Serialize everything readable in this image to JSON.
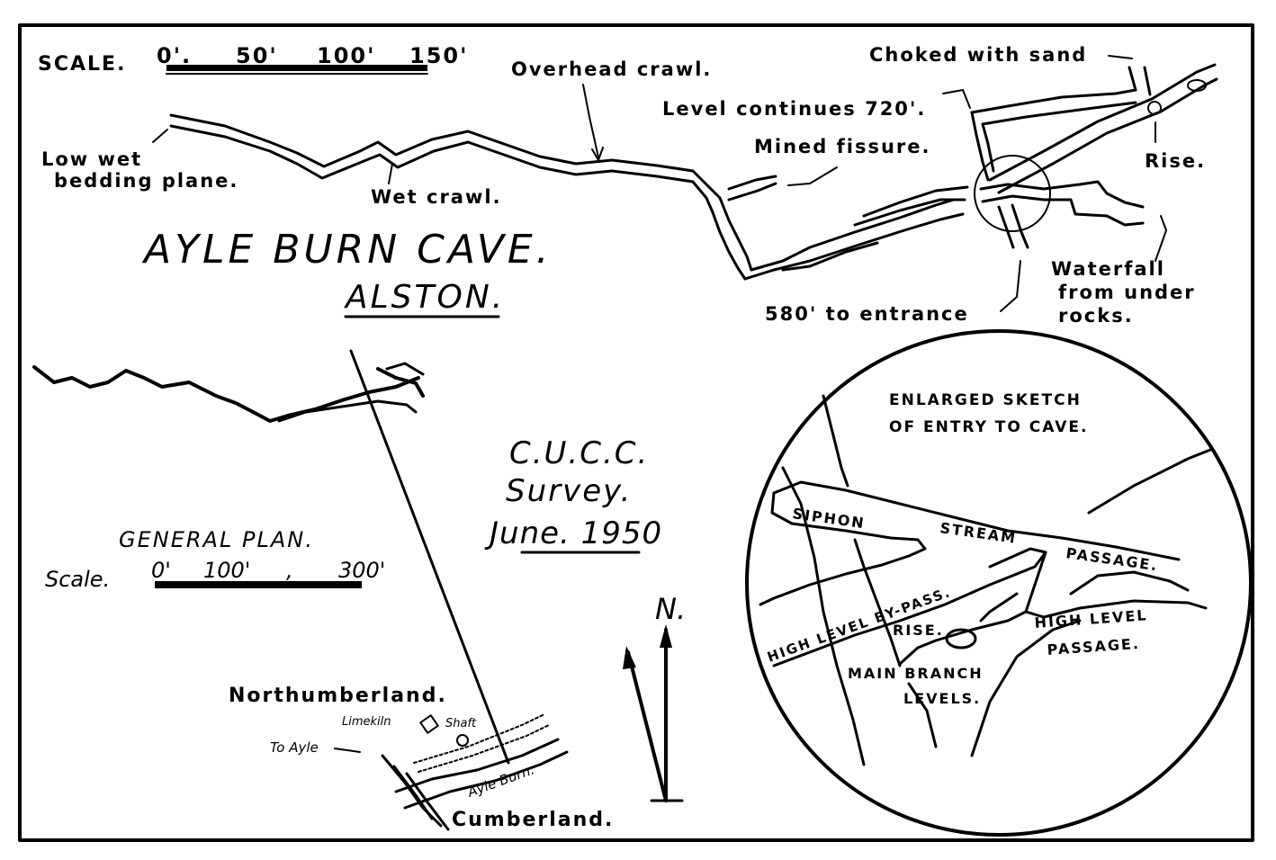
{
  "title": "AYLE  BURN CAVE.",
  "subtitle": "ALSTON.",
  "survey": [
    "C.U.C.C.",
    "Survey.",
    "June. 1950"
  ],
  "scale": {
    "label": "SCALE.",
    "ticks": [
      "0'.",
      "50'",
      "100'",
      "150'"
    ]
  },
  "general_plan": {
    "title": "GENERAL PLAN.",
    "scale_label": "Scale.",
    "ticks": [
      "0'",
      "100'",
      ",",
      "300'"
    ]
  },
  "annotations": {
    "overhead_crawl": "Overhead crawl.",
    "choked_sand": "Choked with sand",
    "level_continues": "Level continues 720'.",
    "mined_fissure": "Mined fissure.",
    "rise": "Rise.",
    "low_wet_1": "Low wet",
    "low_wet_2": "bedding plane.",
    "wet_crawl": "Wet crawl.",
    "waterfall_1": "Waterfall",
    "waterfall_2": "from under",
    "waterfall_3": "rocks.",
    "to_entrance": "580' to entrance"
  },
  "inset": {
    "title_1": "ENLARGED SKETCH",
    "title_2": "OF ENTRY TO CAVE.",
    "siphon": "SIPHON",
    "stream": "STREAM",
    "passage": "PASSAGE.",
    "high_level_bypass": "HIGH LEVEL BY-PASS.",
    "high_level": "HIGH LEVEL",
    "high_level_passage": "PASSAGE.",
    "rise": "RISE.",
    "main_branch_1": "MAIN BRANCH",
    "main_branch_2": "LEVELS."
  },
  "location": {
    "northumberland": "Northumberland.",
    "cumberland": "Cumberland.",
    "limekiln": "Limekiln",
    "shaft": "Shaft",
    "to_ayle": "To Ayle",
    "ayle_burn": "Ayle Burn."
  },
  "north": "N."
}
